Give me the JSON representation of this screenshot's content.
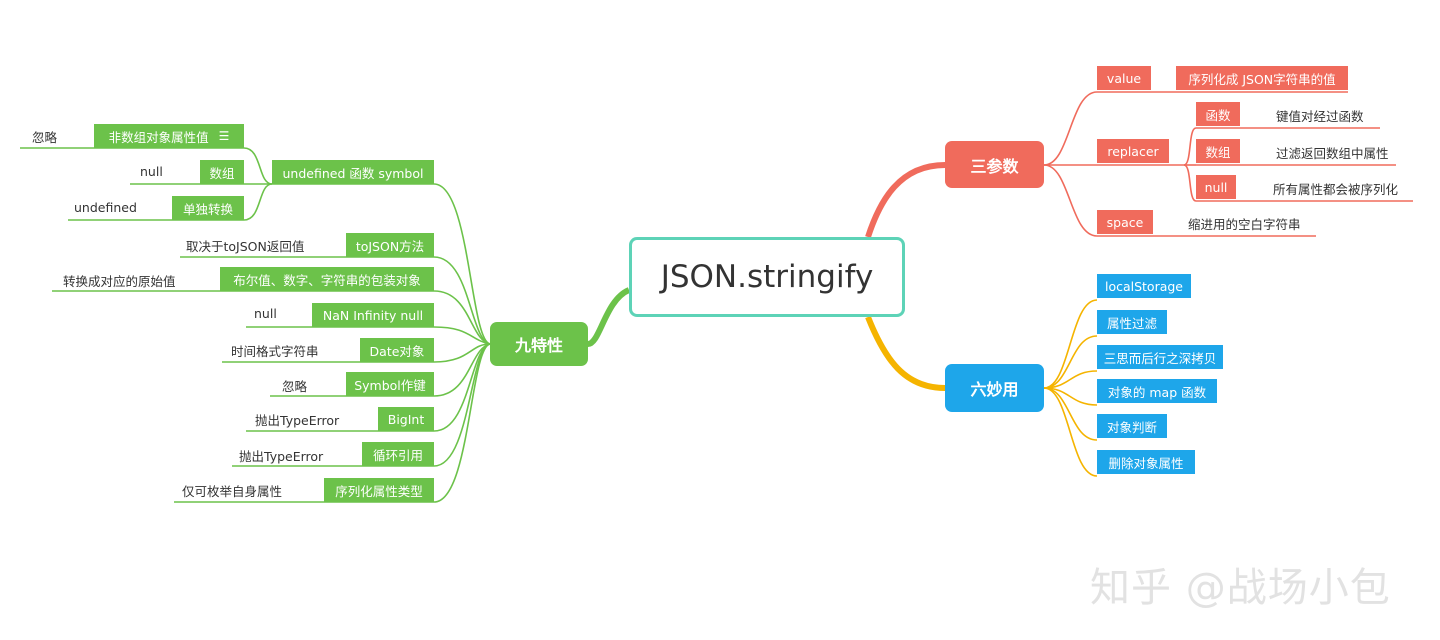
{
  "root": "JSON.stringify",
  "features": {
    "title": "九特性",
    "items": [
      {
        "label": "undefined 函数 symbol"
      },
      {
        "label": "toJSON方法",
        "note": "取决于toJSON返回值"
      },
      {
        "label": "布尔值、数字、字符串的包装对象",
        "note": "转换成对应的原始值"
      },
      {
        "label": "NaN Infinity null",
        "note": "null"
      },
      {
        "label": "Date对象",
        "note": "时间格式字符串"
      },
      {
        "label": "Symbol作键",
        "note": "忽略"
      },
      {
        "label": "BigInt",
        "note": "抛出TypeError"
      },
      {
        "label": "循环引用",
        "note": "抛出TypeError"
      },
      {
        "label": "序列化属性类型",
        "note": "仅可枚举自身属性"
      }
    ],
    "sub": [
      {
        "label": "非数组对象属性值",
        "note": "忽略",
        "icon": "menu-lines-icon"
      },
      {
        "label": "数组",
        "note": "null"
      },
      {
        "label": "单独转换",
        "note": "undefined"
      }
    ]
  },
  "params": {
    "title": "三参数",
    "value": {
      "label": "value",
      "note": "序列化成 JSON字符串的值"
    },
    "replacer": {
      "label": "replacer",
      "children": [
        {
          "label": "函数",
          "note": "键值对经过函数"
        },
        {
          "label": "数组",
          "note": "过滤返回数组中属性"
        },
        {
          "label": "null",
          "note": "所有属性都会被序列化"
        }
      ]
    },
    "space": {
      "label": "space",
      "note": "缩进用的空白字符串"
    }
  },
  "uses": {
    "title": "六妙用",
    "items": [
      "localStorage",
      "属性过滤",
      "三思而后行之深拷贝",
      "对象的 map 函数",
      "对象判断",
      "删除对象属性"
    ]
  },
  "watermark": "知乎 @战场小包",
  "colors": {
    "green": "#6cc24a",
    "red": "#f06b5c",
    "blue": "#1ea6ea",
    "root_border": "#5dd3b7"
  }
}
